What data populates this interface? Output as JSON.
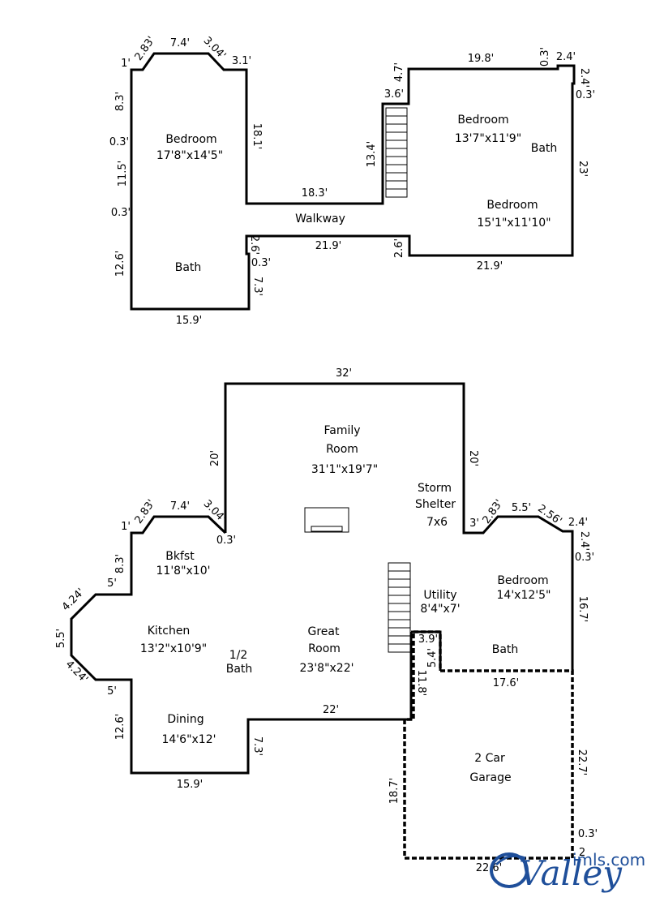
{
  "upper": {
    "rooms": {
      "bedroom_left": "Bedroom",
      "bedroom_left_size": "17'8\"x14'5\"",
      "bath_left": "Bath",
      "walkway": "Walkway",
      "bedroom_right_top": "Bedroom",
      "bedroom_right_top_size": "13'7\"x11'9\"",
      "bath_right": "Bath",
      "bedroom_right_bottom": "Bedroom",
      "bedroom_right_bottom_size": "15'1\"x11'10\""
    },
    "dims": {
      "d1": "1'",
      "d2": "2.83'",
      "d3": "7.4'",
      "d4": "3.04'",
      "d5": "3.1'",
      "d6": "8.3'",
      "d7": "18.1'",
      "d8": "0.3'",
      "d9": "11.5'",
      "d10": "0.3'",
      "d11": "12.6'",
      "d12": "15.9'",
      "d13": "2.6'",
      "d14": "0.3'",
      "d15": "7.3'",
      "d16": "18.3'",
      "d17": "21.9'",
      "d18": "2.6'",
      "d19": "21.9'",
      "d20": "13.4'",
      "d21": "3.6'",
      "d22": "4.7'",
      "d23": "19.8'",
      "d24": "0.3'",
      "d25": "2.4'",
      "d26": "2.4'",
      "d27": "0.3'",
      "d28": "23'"
    }
  },
  "lower": {
    "rooms": {
      "family": "Family",
      "family2": "Room",
      "family_size": "31'1\"x19'7\"",
      "storm": "Storm",
      "storm2": "Shelter",
      "storm_size": "7x6",
      "bkfst": "Bkfst",
      "bkfst_size": "11'8\"x10'",
      "kitchen": "Kitchen",
      "kitchen_size": "13'2\"x10'9\"",
      "half": "1/2",
      "half2": "Bath",
      "great": "Great",
      "great2": "Room",
      "great_size": "23'8\"x22'",
      "dining": "Dining",
      "dining_size": "14'6\"x12'",
      "utility": "Utility",
      "utility_size": "8'4\"x7'",
      "bedroom": "Bedroom",
      "bedroom_size": "14'x12'5\"",
      "bath": "Bath",
      "garage": "2 Car",
      "garage2": "Garage"
    },
    "dims": {
      "e1": "32'",
      "e2": "20'",
      "e3": "20'",
      "e4": "1'",
      "e5": "2.83'",
      "e6": "7.4'",
      "e7": "3.04'",
      "e8": "0.3'",
      "e9": "8.3'",
      "e10": "5'",
      "e11": "4.24'",
      "e12": "5.5'",
      "e13": "4.24'",
      "e14": "5'",
      "e15": "12.6'",
      "e16": "15.9'",
      "e17": "7.3'",
      "e18": "22'",
      "e19": "3'",
      "e20": "2.83'",
      "e21": "5.5'",
      "e22": "2.56'",
      "e23": "2.4'",
      "e24": "2.4'",
      "e25": "0.3'",
      "e26": "16.7'",
      "e27": "3.9'",
      "e28": "5.4'",
      "e29": "11.8'",
      "e30": "17.6'",
      "e31": "22.7'",
      "e32": "18.7'",
      "e33": "0.3'",
      "e34": "2",
      "e35": "22.6'"
    }
  },
  "logo": {
    "word": "Valley",
    "domain": "imls.com"
  }
}
